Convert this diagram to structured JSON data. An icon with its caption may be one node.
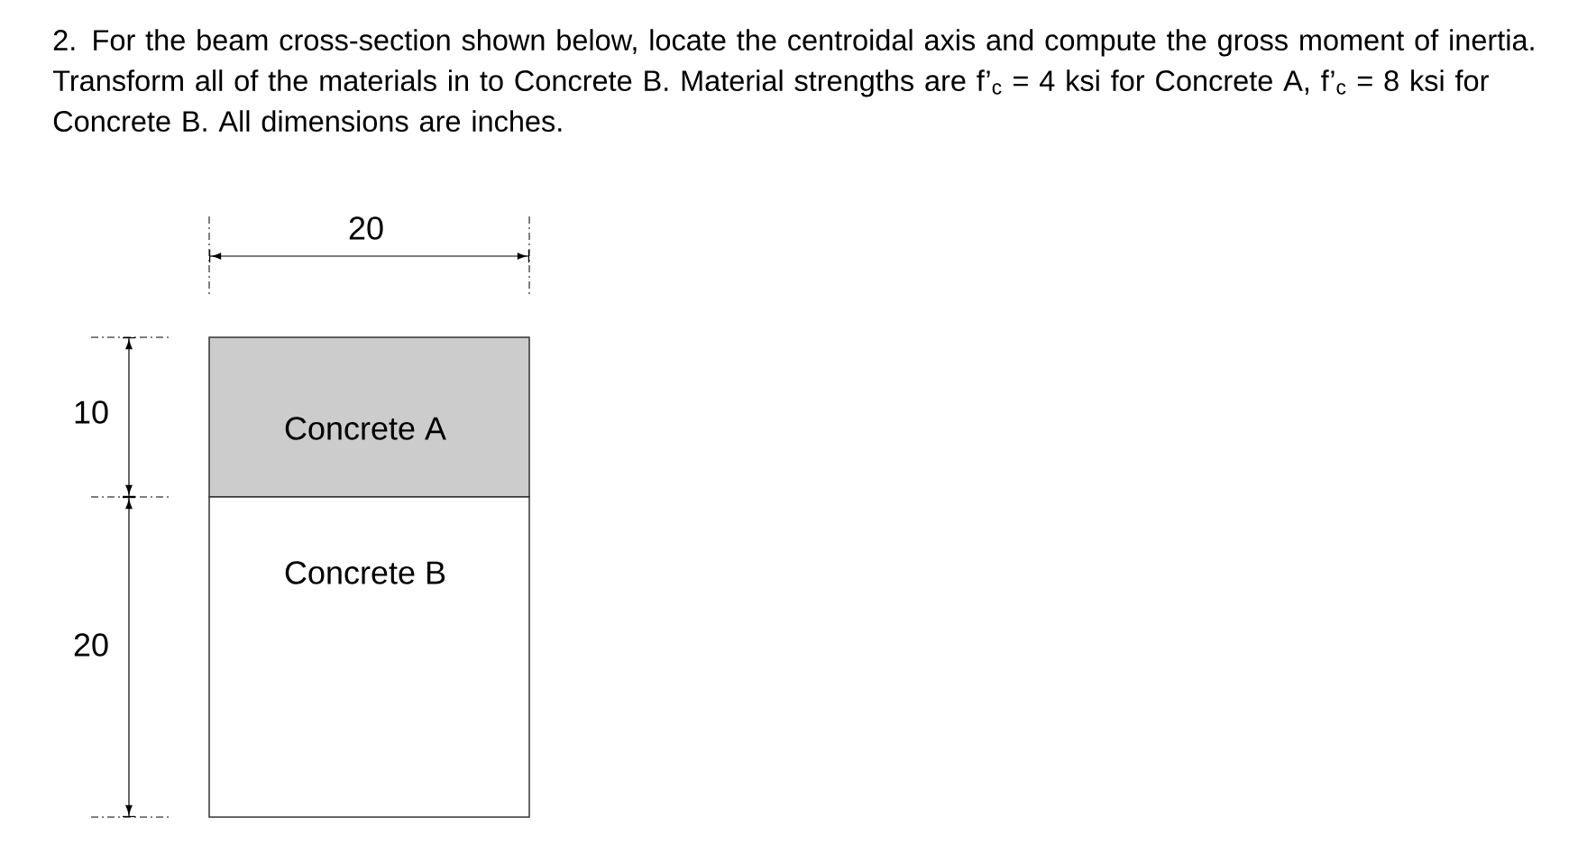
{
  "diagram": {
    "title": "2. For the beam cross-section shown below, locate the centroidal axis and compute the gross moment of inertia. Transform all of the materials in to Concrete B. Material strengths are f’$_{c}$ = 4 ksi for Concrete A, f’$_{c}$ = 8 ksi for Concrete B. All dimensions are inches.",
    "nodes": [
      {
        "text": [
          "Concrete A"
        ]
      },
      {
        "text": [
          "Concrete B"
        ]
      }
    ],
    "labels": [
      "20",
      "10",
      "20"
    ]
  }
}
